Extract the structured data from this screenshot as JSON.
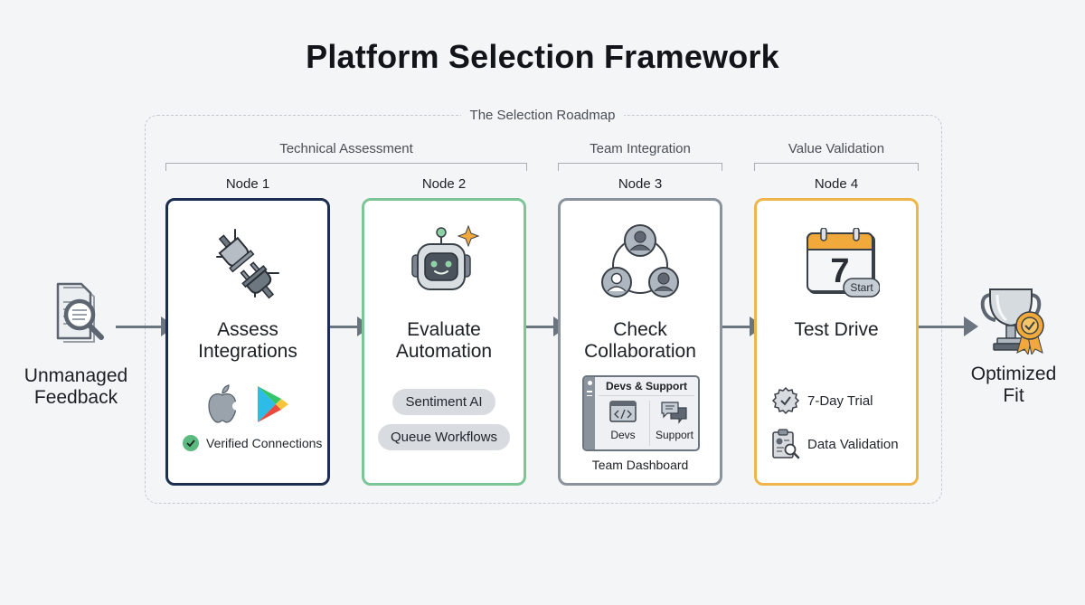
{
  "title": "Platform Selection Framework",
  "roadmap": {
    "label": "The Selection Roadmap"
  },
  "groups": [
    {
      "label": "Technical Assessment"
    },
    {
      "label": "Team Integration"
    },
    {
      "label": "Value Validation"
    }
  ],
  "start": {
    "label_line1": "Unmanaged",
    "label_line2": "Feedback",
    "icon": "document-search-icon"
  },
  "end": {
    "label_line1": "Optimized",
    "label_line2": "Fit",
    "icon": "trophy-award-icon"
  },
  "nodes": [
    {
      "node_label": "Node 1",
      "title_line1": "Assess",
      "title_line2": "Integrations",
      "border_color": "#1b2e4f",
      "icon": "plug-connect-icon",
      "platforms": [
        "apple-icon",
        "google-play-icon"
      ],
      "status": "Verified Connections",
      "status_color": "#5cb97f"
    },
    {
      "node_label": "Node 2",
      "title_line1": "Evaluate",
      "title_line2": "Automation",
      "border_color": "#7cc596",
      "icon": "robot-icon",
      "pills": [
        "Sentiment AI",
        "Queue Workflows"
      ]
    },
    {
      "node_label": "Node 3",
      "title_line1": "Check",
      "title_line2": "Collaboration",
      "border_color": "#8a929c",
      "icon": "team-circle-icon",
      "dashboard": {
        "header": "Devs & Support",
        "col1": "Devs",
        "col2": "Support",
        "caption": "Team Dashboard"
      }
    },
    {
      "node_label": "Node 4",
      "title_line1": "Test Drive",
      "border_color": "#efb54a",
      "icon": "calendar-icon",
      "calendar_day": "7",
      "calendar_badge": "Start",
      "items": [
        "7-Day Trial",
        "Data Validation"
      ]
    }
  ],
  "colors": {
    "background": "#f3f5f7",
    "arrow": "#6b7580",
    "accent_orange": "#f0a93a"
  }
}
